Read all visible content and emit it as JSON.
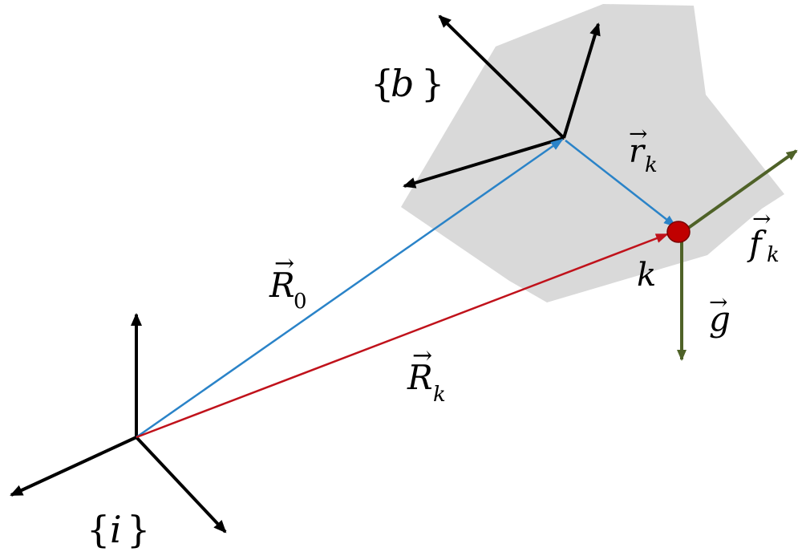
{
  "colors": {
    "body": "#d9d9d9",
    "axes": "#000000",
    "R0": "#2a83c8",
    "Rk": "#c0121b",
    "rk": "#2a83c8",
    "force": "#4f6228",
    "point": "#c00000"
  },
  "labels": {
    "frame_b": "b",
    "frame_i": "i",
    "brace_open": "{",
    "brace_close": "}",
    "R": "R",
    "R0_sub": "0",
    "k_sub": "k",
    "r": "r",
    "f": "f",
    "g": "g",
    "point": "k",
    "vector_arrow": "→"
  }
}
